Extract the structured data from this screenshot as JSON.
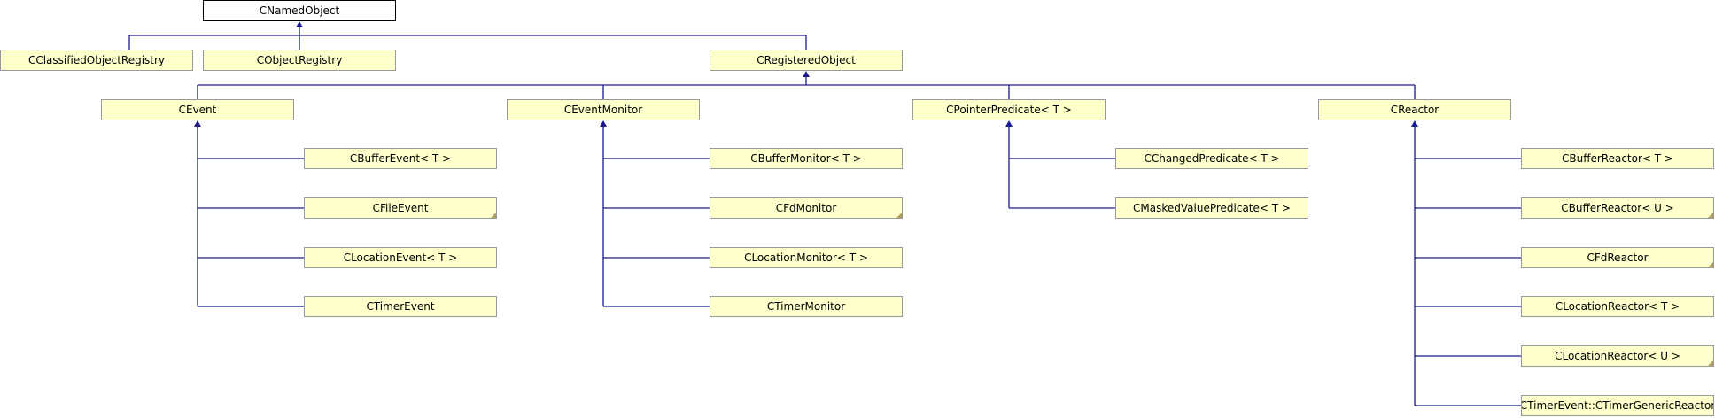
{
  "nodes": {
    "cnamedobject": "CNamedObject",
    "cclassifiedobjectregistry": "CClassifiedObjectRegistry",
    "cobjectregistry": "CObjectRegistry",
    "cregisteredobject": "CRegisteredObject",
    "cevent": "CEvent",
    "ceventmonitor": "CEventMonitor",
    "cpointerpredicate": "CPointerPredicate< T >",
    "creactor": "CReactor",
    "cbufferevent": "CBufferEvent< T >",
    "cfileevent": "CFileEvent",
    "clocationevent": "CLocationEvent< T >",
    "ctimerevent": "CTimerEvent",
    "cbuffermonitor": "CBufferMonitor< T >",
    "cfdmonitor": "CFdMonitor",
    "clocationmonitor": "CLocationMonitor< T >",
    "ctimermonitor": "CTimerMonitor",
    "cchangedpredicate": "CChangedPredicate< T >",
    "cmaskedvaluepredicate": "CMaskedValuePredicate< T >",
    "cbufferreactor-t": "CBufferReactor< T >",
    "cbufferreactor-u": "CBufferReactor< U >",
    "cfdreactor": "CFdReactor",
    "clocationreactor-t": "CLocationReactor< T >",
    "clocationreactor-u": "CLocationReactor< U >",
    "ctimergenericreactor": "CTimerEvent::CTimerGenericReactor"
  },
  "colors": {
    "node_fill": "#ffffcc",
    "node_border": "#999999",
    "root_fill": "#ffffff",
    "edge": "#1a1a8c"
  }
}
